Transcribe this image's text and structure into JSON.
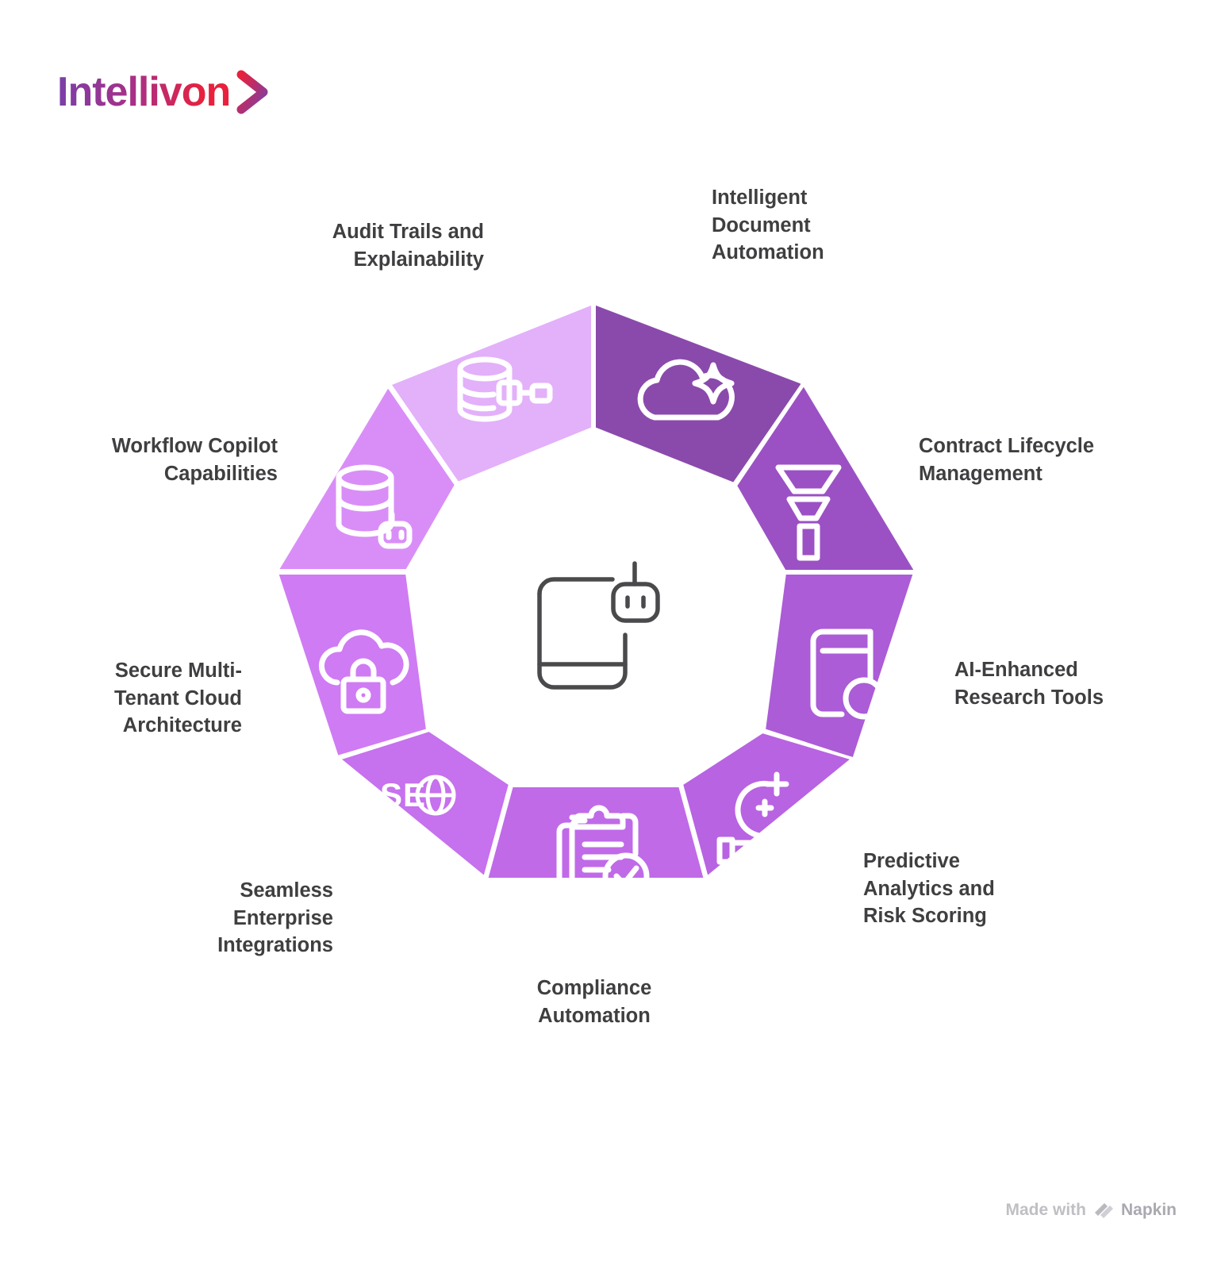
{
  "brand": {
    "name": "Intellivon",
    "logo_icon": "chevron-right-icon",
    "gradient_start": "#7b3fa8",
    "gradient_mid": "#a92f85",
    "gradient_end": "#e8213c"
  },
  "diagram": {
    "type": "ring-segments",
    "shape": "nonagon-ring",
    "center_icon": "document-robot-icon",
    "segment_count": 9,
    "label_color": "#3f3f41",
    "icon_color": "#ffffff",
    "segments": [
      {
        "label": "Intelligent\nDocument\nAutomation",
        "icon": "cloud-sparkle-icon",
        "color": "#8a4aab",
        "position": "top-right"
      },
      {
        "label": "Contract Lifecycle\nManagement",
        "icon": "funnel-filter-icon",
        "color": "#9b51c4",
        "position": "right-upper"
      },
      {
        "label": "AI-Enhanced\nResearch Tools",
        "icon": "book-search-icon",
        "color": "#ab5cd6",
        "position": "right"
      },
      {
        "label": "Predictive\nAnalytics and\nRisk Scoring",
        "icon": "hand-sparkle-orb-icon",
        "color": "#b863e2",
        "position": "right-lower"
      },
      {
        "label": "Compliance\nAutomation",
        "icon": "clipboard-check-icon",
        "color": "#c06ae8",
        "position": "bottom"
      },
      {
        "label": "Seamless\nEnterprise\nIntegrations",
        "icon": "seo-globe-icon",
        "color": "#c671ed",
        "position": "left-lower"
      },
      {
        "label": "Secure Multi-\nTenant Cloud\nArchitecture",
        "icon": "cloud-lock-icon",
        "color": "#cf7bf3",
        "position": "left"
      },
      {
        "label": "Workflow Copilot\nCapabilities",
        "icon": "database-robot-icon",
        "color": "#d98ef7",
        "position": "left-upper"
      },
      {
        "label": "Audit Trails and\nExplainability",
        "icon": "database-network-icon",
        "color": "#e3b0fa",
        "position": "top-left"
      }
    ]
  },
  "footer": {
    "made_with": "Made with",
    "product": "Napkin",
    "icon": "napkin-logo-icon"
  }
}
